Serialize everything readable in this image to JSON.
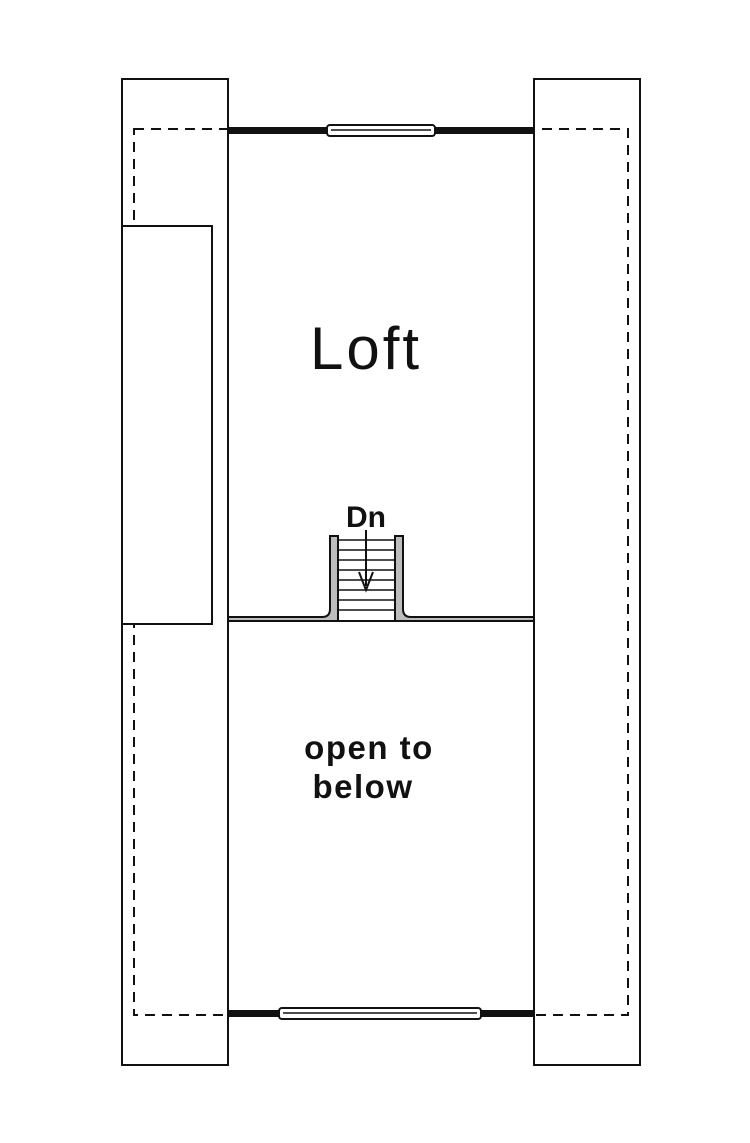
{
  "plan": {
    "rooms": {
      "loft_label": "Loft",
      "open_label_line1": "open to",
      "open_label_line2": "below"
    },
    "stair": {
      "direction_label": "Dn",
      "tread_count": 8
    },
    "colors": {
      "line": "#111111",
      "background": "#ffffff",
      "wall_fill": "#bdbdbd"
    }
  }
}
